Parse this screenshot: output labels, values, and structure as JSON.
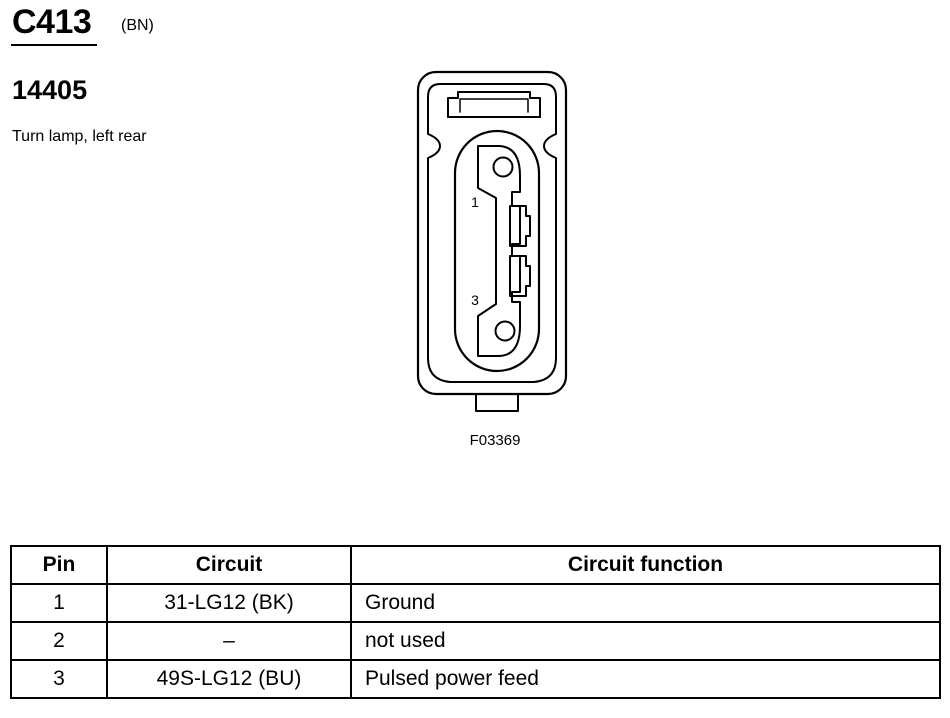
{
  "header": {
    "connector_id": "C413",
    "connector_color": "(BN)",
    "part_number": "14405",
    "description": "Turn lamp, left rear"
  },
  "diagram": {
    "pin_labels": [
      "1",
      "3"
    ],
    "figure_code": "F03369"
  },
  "table": {
    "headers": [
      "Pin",
      "Circuit",
      "Circuit function"
    ],
    "rows": [
      {
        "pin": "1",
        "circuit": "31-LG12 (BK)",
        "function": "Ground"
      },
      {
        "pin": "2",
        "circuit": "–",
        "function": "not used"
      },
      {
        "pin": "3",
        "circuit": "49S-LG12 (BU)",
        "function": "Pulsed power feed"
      }
    ]
  }
}
